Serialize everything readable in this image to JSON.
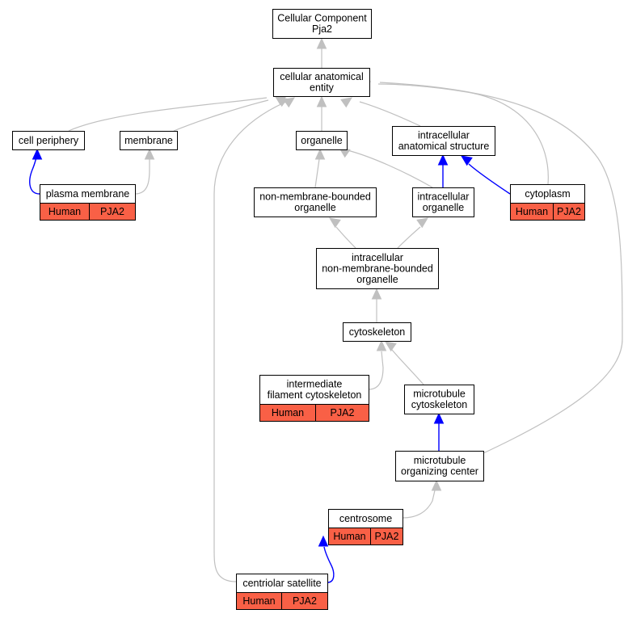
{
  "colors": {
    "edge": "#c0c0c0",
    "edge_highlight": "#0000ff",
    "annotation_fill": "#f96046",
    "node_border": "#000000",
    "node_fill": "#ffffff"
  },
  "nodes": {
    "root": {
      "lines": [
        "Cellular Component",
        "Pja2"
      ]
    },
    "cellular_anatomical_entity": {
      "lines": [
        "cellular anatomical",
        "entity"
      ]
    },
    "cell_periphery": {
      "lines": [
        "cell periphery"
      ]
    },
    "membrane": {
      "lines": [
        "membrane"
      ]
    },
    "organelle": {
      "lines": [
        "organelle"
      ]
    },
    "intracellular_anatomical_structure": {
      "lines": [
        "intracellular",
        "anatomical structure"
      ]
    },
    "plasma_membrane": {
      "lines": [
        "plasma membrane"
      ],
      "species": "Human",
      "gene": "PJA2"
    },
    "non_membrane_bounded_organelle": {
      "lines": [
        "non-membrane-bounded",
        "organelle"
      ]
    },
    "intracellular_organelle": {
      "lines": [
        "intracellular",
        "organelle"
      ]
    },
    "cytoplasm": {
      "lines": [
        "cytoplasm"
      ],
      "species": "Human",
      "gene": "PJA2"
    },
    "intracellular_nmb_organelle": {
      "lines": [
        "intracellular",
        "non-membrane-bounded",
        "organelle"
      ]
    },
    "cytoskeleton": {
      "lines": [
        "cytoskeleton"
      ]
    },
    "intermediate_filament_cytoskeleton": {
      "lines": [
        "intermediate",
        "filament cytoskeleton"
      ],
      "species": "Human",
      "gene": "PJA2"
    },
    "microtubule_cytoskeleton": {
      "lines": [
        "microtubule",
        "cytoskeleton"
      ]
    },
    "microtubule_organizing_center": {
      "lines": [
        "microtubule",
        "organizing center"
      ]
    },
    "centrosome": {
      "lines": [
        "centrosome"
      ],
      "species": "Human",
      "gene": "PJA2"
    },
    "centriolar_satellite": {
      "lines": [
        "centriolar satellite"
      ],
      "species": "Human",
      "gene": "PJA2"
    }
  },
  "edges": [
    {
      "from": "cellular_anatomical_entity",
      "to": "root",
      "highlight": false
    },
    {
      "from": "cell_periphery",
      "to": "cellular_anatomical_entity",
      "highlight": false
    },
    {
      "from": "membrane",
      "to": "cellular_anatomical_entity",
      "highlight": false
    },
    {
      "from": "organelle",
      "to": "cellular_anatomical_entity",
      "highlight": false
    },
    {
      "from": "intracellular_anatomical_structure",
      "to": "cellular_anatomical_entity",
      "highlight": false
    },
    {
      "from": "cytoplasm",
      "to": "cellular_anatomical_entity",
      "highlight": false
    },
    {
      "from": "microtubule_organizing_center",
      "to": "cellular_anatomical_entity",
      "highlight": false
    },
    {
      "from": "centriolar_satellite",
      "to": "cellular_anatomical_entity",
      "highlight": false
    },
    {
      "from": "plasma_membrane",
      "to": "cell_periphery",
      "highlight": true
    },
    {
      "from": "plasma_membrane",
      "to": "membrane",
      "highlight": false
    },
    {
      "from": "non_membrane_bounded_organelle",
      "to": "organelle",
      "highlight": false
    },
    {
      "from": "intracellular_organelle",
      "to": "organelle",
      "highlight": false
    },
    {
      "from": "intracellular_organelle",
      "to": "intracellular_anatomical_structure",
      "highlight": true
    },
    {
      "from": "cytoplasm",
      "to": "intracellular_anatomical_structure",
      "highlight": true
    },
    {
      "from": "intracellular_nmb_organelle",
      "to": "non_membrane_bounded_organelle",
      "highlight": false
    },
    {
      "from": "intracellular_nmb_organelle",
      "to": "intracellular_organelle",
      "highlight": false
    },
    {
      "from": "cytoskeleton",
      "to": "intracellular_nmb_organelle",
      "highlight": false
    },
    {
      "from": "intermediate_filament_cytoskeleton",
      "to": "cytoskeleton",
      "highlight": false
    },
    {
      "from": "microtubule_cytoskeleton",
      "to": "cytoskeleton",
      "highlight": false
    },
    {
      "from": "microtubule_organizing_center",
      "to": "microtubule_cytoskeleton",
      "highlight": true
    },
    {
      "from": "centrosome",
      "to": "microtubule_organizing_center",
      "highlight": false
    },
    {
      "from": "centriolar_satellite",
      "to": "centrosome",
      "highlight": true
    }
  ]
}
